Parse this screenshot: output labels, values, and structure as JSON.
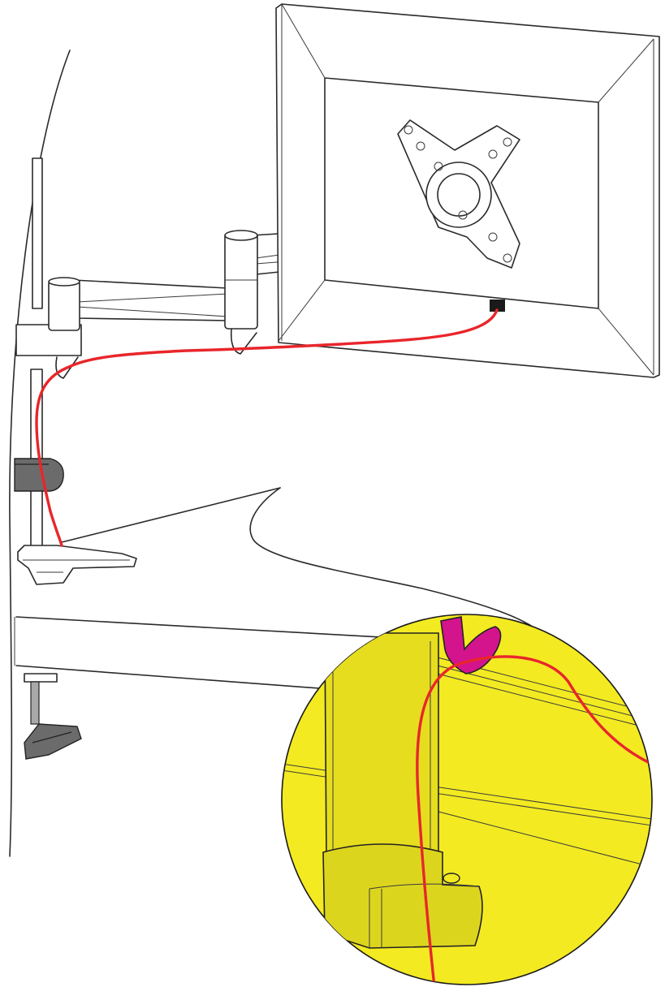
{
  "colors": {
    "cable": "#e8262b",
    "detail_background": "#f3ea22",
    "cable_hook_highlight": "#d4148c",
    "outline": "#2a2a2a",
    "clamp_fill": "#6b6b6b"
  },
  "components": [
    "monitor",
    "vesa-mounting-plate",
    "articulated-monitor-arm",
    "arm-joint-cable-hooks",
    "pole-cable-clip",
    "desk-stand-base",
    "desk-clamp",
    "desk-surface",
    "monitor-cable",
    "detail-zoom-circle"
  ]
}
